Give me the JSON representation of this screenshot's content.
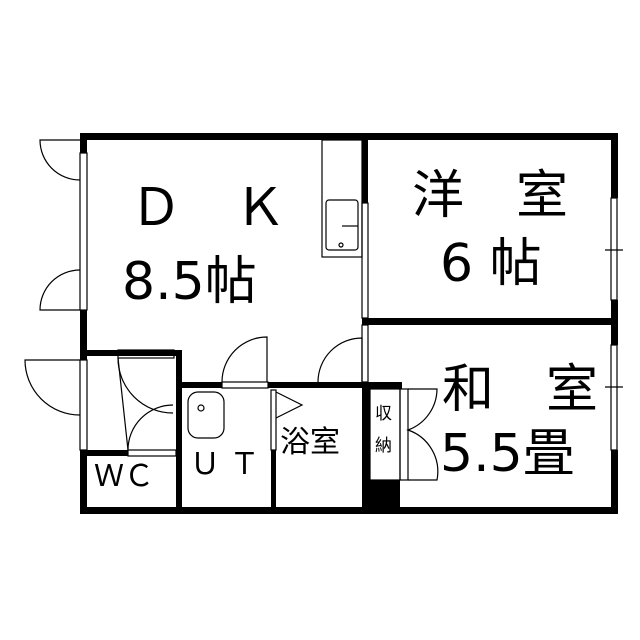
{
  "rooms": {
    "dk": {
      "name": "Ｄ　Ｋ",
      "size": "8.5帖"
    },
    "western": {
      "name": "洋　室",
      "size": "6 帖"
    },
    "japanese": {
      "name": "和　室",
      "size": "5.5畳"
    },
    "wc": {
      "name": "ＷＣ"
    },
    "ut": {
      "name": "Ｕ Ｔ"
    },
    "bath": {
      "name": "浴室"
    },
    "storage": {
      "line1": "収",
      "line2": "納"
    }
  },
  "colors": {
    "wall": "#000000",
    "background": "#ffffff"
  }
}
